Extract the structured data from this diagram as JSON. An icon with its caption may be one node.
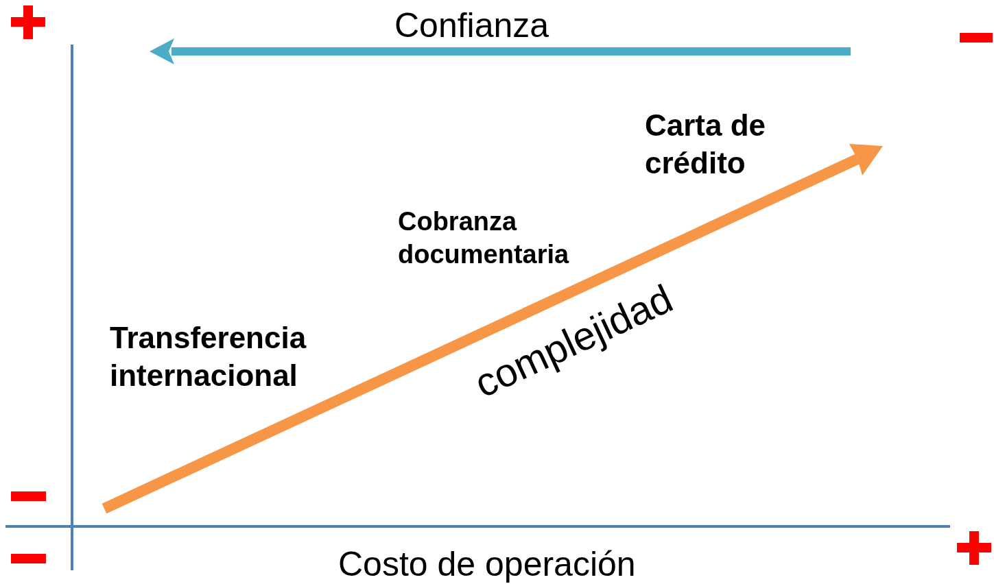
{
  "diagram": {
    "labels": [
      "Confianza",
      "Carta de crédito",
      "Cobranza documentaria",
      "Transferencia internacional",
      "complejidad",
      "Costo de operación"
    ]
  }
}
